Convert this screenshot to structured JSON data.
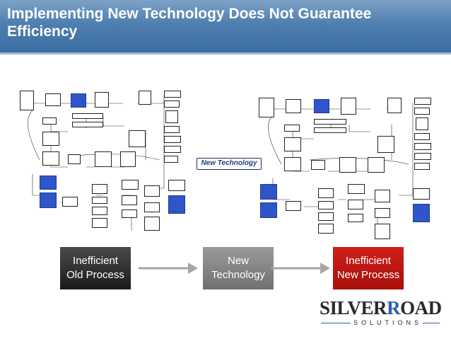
{
  "header": {
    "title": "Implementing New Technology Does Not Guarantee Efficiency"
  },
  "flowcharts": {
    "old_process_label": "Inefficient Old Process",
    "new_process_label": "Inefficient New Process"
  },
  "callout": {
    "new_technology": "New Technology"
  },
  "stages": [
    {
      "line1": "Inefficient",
      "line2": "Old Process"
    },
    {
      "line1": "New",
      "line2": "Technology"
    },
    {
      "line1": "Inefficient",
      "line2": "New Process"
    }
  ],
  "logo": {
    "brand": "SILVERROAD",
    "sub": "SOLUTIONS"
  },
  "colors": {
    "header_bg": "#4f7fb0",
    "old_stage": "#2b2b2b",
    "tech_stage": "#858585",
    "new_stage": "#c4191a",
    "flow_highlight": "#2f55c8",
    "logo_accent": "#2b5fa8"
  }
}
